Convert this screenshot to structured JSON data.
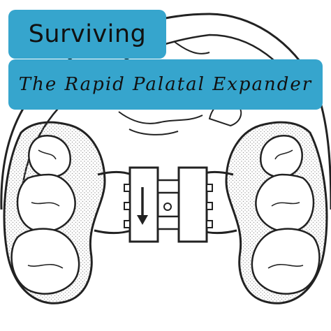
{
  "title": "Surviving",
  "subtitle": "The Rapid Palatal Expander",
  "colors": {
    "banner": "#36a5cd",
    "text": "#111111",
    "line": "#222222",
    "dots": "#bdbdbd"
  },
  "illustration": {
    "subject": "rapid-palatal-expander",
    "arrow": "down-arrow"
  }
}
